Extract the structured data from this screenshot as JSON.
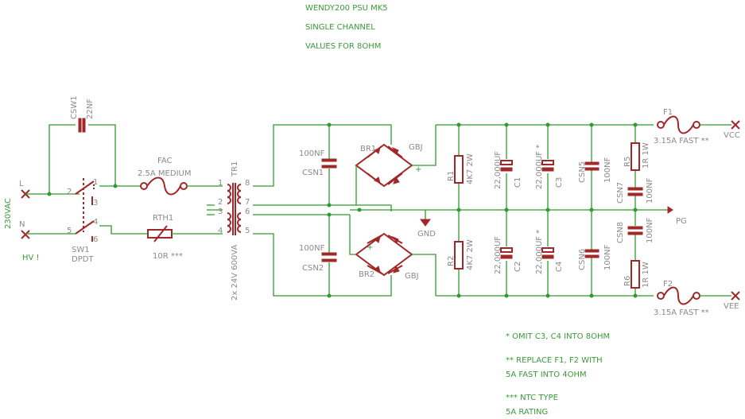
{
  "title": {
    "line1": "WENDY200 PSU MK5",
    "line2": "SINGLE CHANNEL",
    "line3": "VALUES FOR 8OHM"
  },
  "notes": {
    "n1": "* OMIT C3, C4 INTO 8OHM",
    "n2a": "** REPLACE F1, F2 WITH",
    "n2b": "5A FAST INTO 4OHM",
    "n3a": "*** NTC TYPE",
    "n3b": "5A RATING"
  },
  "labels": {
    "ac_in": "230VAC",
    "line": "L",
    "neutral": "N",
    "hv": "HV !",
    "sw_name": "SW1",
    "sw_type": "DPDT",
    "p1": "1",
    "p2": "2",
    "p3": "3",
    "p4": "4",
    "p5": "5",
    "p6": "6",
    "csw_name": "CSW1",
    "csw_val": "22NF",
    "fac_name": "FAC",
    "fac_val": "2.5A MEDIUM",
    "rth_name": "RTH1",
    "rth_val": "10R ***",
    "tr_name": "TR1",
    "tr_val": "2x 24V 600VA",
    "tp1": "1",
    "tp2": "2",
    "tp3": "3",
    "tp4": "4",
    "tp5": "5",
    "tp6": "6",
    "tp7": "7",
    "tp8": "8",
    "csn1_val": "100NF",
    "csn1_name": "CSN1",
    "csn2_val": "100NF",
    "csn2_name": "CSN2",
    "br1_name": "BR1",
    "br1_type": "GBJ",
    "br2_name": "BR2",
    "br2_type": "GBJ",
    "plus1": "+",
    "plus2": "+",
    "gnd": "GND",
    "r1_name": "R1",
    "r1_val": "4K7 2W",
    "r2_name": "R2",
    "r2_val": "4K7 2W",
    "c1_val": "22,000UF",
    "c1_name": "C1",
    "c2_val": "22,000UF",
    "c2_name": "C2",
    "c3_val": "22,000UF *",
    "c3_name": "C3",
    "c4_val": "22,000UF *",
    "c4_name": "C4",
    "csn5_name": "CSN5",
    "csn5_val": "100NF",
    "csn6_name": "CSN6",
    "csn6_val": "100NF",
    "csn7_name": "CSN7",
    "csn7_val": "100NF",
    "csn8_name": "CSN8",
    "csn8_val": "100NF",
    "r5_name": "R5",
    "r5_val": "1R 1W",
    "r6_name": "R6",
    "r6_val": "1R 1W",
    "f1_name": "F1",
    "f1_val": "3.15A FAST **",
    "f2_name": "F2",
    "f2_val": "3.15A FAST **",
    "vcc": "VCC",
    "vee": "VEE",
    "pg": "PG"
  }
}
